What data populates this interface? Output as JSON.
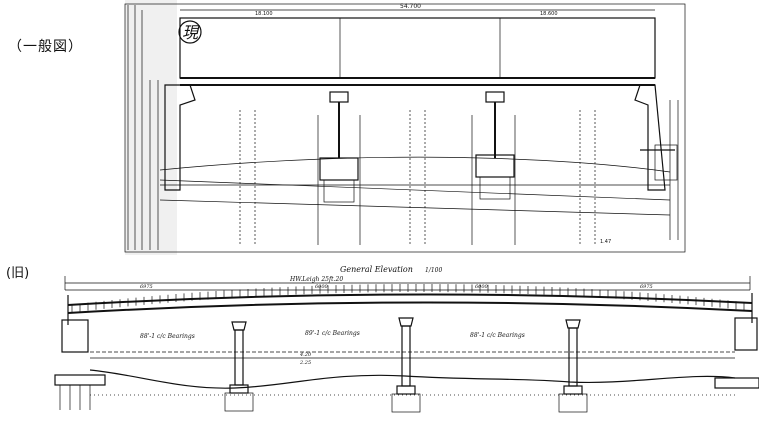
{
  "labels": {
    "general_drawing": "（一般図）",
    "current": "現",
    "old": "(旧)",
    "general_elevation": "General Elevation",
    "scale": "1/100",
    "high_water": "HW.Leigh 25ft.20",
    "bearings_1": "88'-1 c/c Bearings",
    "bearings_2": "89'-1 c/c Bearings",
    "bearings_3": "88'-1 c/c Bearings",
    "span_left": "6975",
    "span_mid": "6000",
    "span_right": "6000",
    "span_end": "6975",
    "water_1": "4.20",
    "water_2": "2.25",
    "top_dim": "54.700",
    "top_dim_left": "18.100",
    "top_dim_right": "18.600"
  },
  "colors": {
    "ink": "#111111",
    "paper": "#ffffff"
  }
}
